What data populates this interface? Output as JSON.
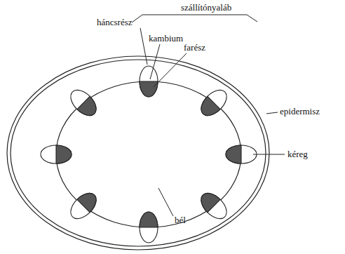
{
  "diagram": {
    "labels": [
      "szállítónyaláb",
      "háncsrész",
      "kambium",
      "farész",
      "epidermisz",
      "kéreg",
      "bél"
    ]
  }
}
